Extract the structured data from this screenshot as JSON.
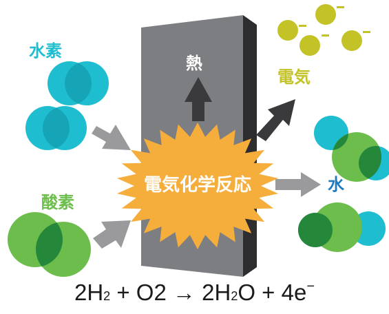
{
  "labels": {
    "hydrogen": "水素",
    "oxygen": "酸素",
    "heat": "熱",
    "electricity": "電気",
    "water": "水",
    "reaction": "電気化学反応"
  },
  "equation": {
    "p1": "2H",
    "p1_sub": "2",
    "p2": " + O2 → 2H",
    "p2_sub": "2",
    "p3": "O + 4e",
    "p3_sup": "−"
  },
  "colors": {
    "hydrogen": "#1ebdd0",
    "oxygen": "#6cbd4c",
    "oxygen_overlap": "#24873a",
    "electron": "#c3c226",
    "panel": "#7d7e81",
    "panel_side": "#2d2d2f",
    "burst": "#f5ad3c",
    "arrow_gray": "#9a9a9c",
    "arrow_dark": "#3a3a3c",
    "label_water": "#1e7bbd"
  }
}
